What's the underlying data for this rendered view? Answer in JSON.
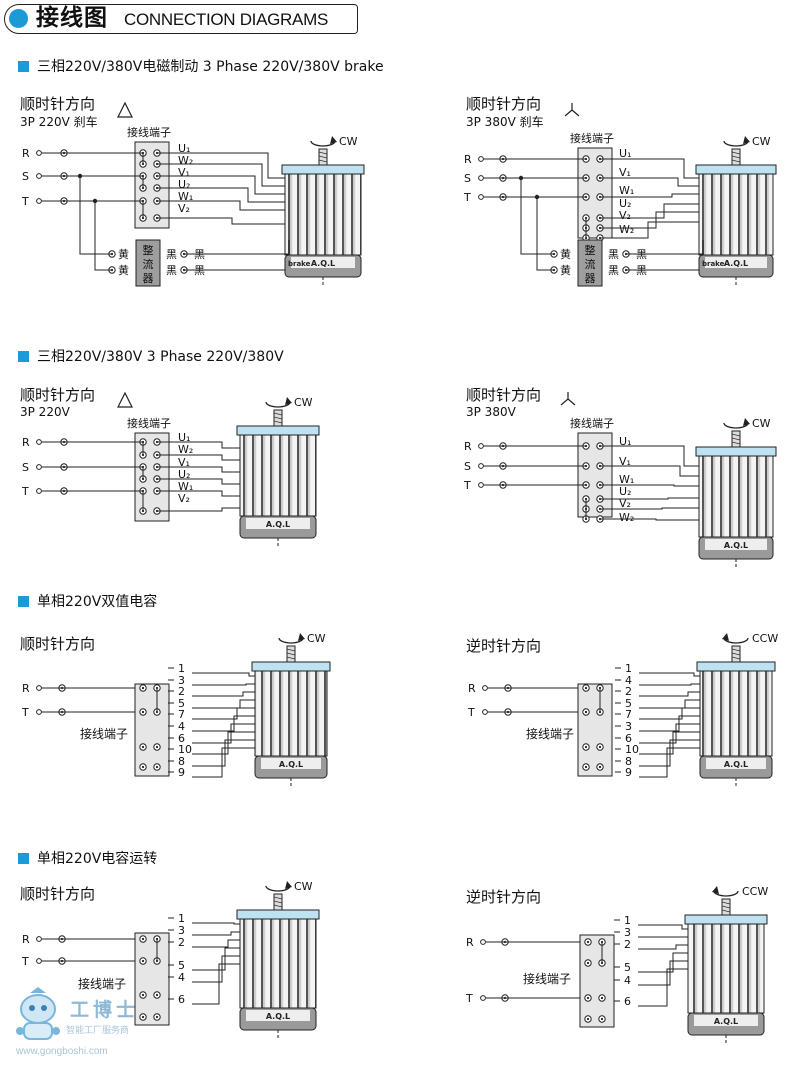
{
  "header": {
    "title_cn": "接线图",
    "title_en": "CONNECTION DIAGRAMS"
  },
  "common": {
    "cw": "CW",
    "ccw": "CCW",
    "terminal_block": "接线端子",
    "brake": "brake",
    "motor_badge": "A.Q.L",
    "yellow": "黄",
    "black": "黑",
    "rectifier": [
      "整",
      "流",
      "器"
    ],
    "phases": [
      "R",
      "S",
      "T"
    ]
  },
  "sections": {
    "s1": {
      "title": "三相220V/380V电磁制动 3 Phase 220V/380V brake"
    },
    "s2": {
      "title": "三相220V/380V  3 Phase 220V/380V"
    },
    "s3": {
      "title": "单相220V双值电容"
    },
    "s4": {
      "title": "单相220V电容运转"
    }
  },
  "diagrams": {
    "d1": {
      "direction": "顺时针方向",
      "spec": "3P 220V 刹车",
      "connection_symbol": "triangle-icon",
      "terminals": [
        "U₁",
        "W₂",
        "V₁",
        "U₂",
        "W₁",
        "V₂"
      ]
    },
    "d2": {
      "direction": "顺时针方向",
      "spec": "3P 380V  刹车",
      "connection_symbol": "star-icon",
      "terminals": [
        "U₁",
        "V₁",
        "W₁",
        "U₂",
        "V₂",
        "W₂"
      ]
    },
    "d3": {
      "direction": "顺时针方向",
      "spec": "3P 220V",
      "connection_symbol": "triangle-icon",
      "terminals": [
        "U₁",
        "W₂",
        "V₁",
        "U₂",
        "W₁",
        "V₂"
      ]
    },
    "d4": {
      "direction": "顺时针方向",
      "spec": "3P 380V",
      "connection_symbol": "star-icon",
      "terminals": [
        "U₁",
        "V₁",
        "W₁",
        "U₂",
        "V₂",
        "W₂"
      ]
    },
    "d5": {
      "direction": "顺时针方向",
      "inputs": [
        "R",
        "T"
      ],
      "terminals": [
        "1",
        "3",
        "2",
        "5",
        "7",
        "4",
        "6",
        "10",
        "8",
        "9"
      ]
    },
    "d6": {
      "direction": "逆时针方向",
      "inputs": [
        "R",
        "T"
      ],
      "terminals": [
        "1",
        "4",
        "2",
        "5",
        "7",
        "3",
        "6",
        "10",
        "8",
        "9"
      ]
    },
    "d7": {
      "direction": "顺时针方向",
      "inputs": [
        "R",
        "T"
      ],
      "terminals": [
        "1",
        "3",
        "2",
        "5",
        "4",
        "6"
      ]
    },
    "d8": {
      "direction": "逆时针方向",
      "inputs": [
        "R",
        "T"
      ],
      "terminals": [
        "1",
        "3",
        "2",
        "5",
        "4",
        "6"
      ]
    }
  },
  "watermark": {
    "brand": "工博士",
    "slogan": "智能工厂服务商",
    "url": "www.gongboshi.com"
  },
  "colors": {
    "accent": "#1b9ad6",
    "line": "#222222",
    "motor_cap": "#bfe2f2",
    "motor_base": "#9a9a9a",
    "terminal_box": "#e6e6e6",
    "rectifier_box": "#9e9e9e"
  }
}
